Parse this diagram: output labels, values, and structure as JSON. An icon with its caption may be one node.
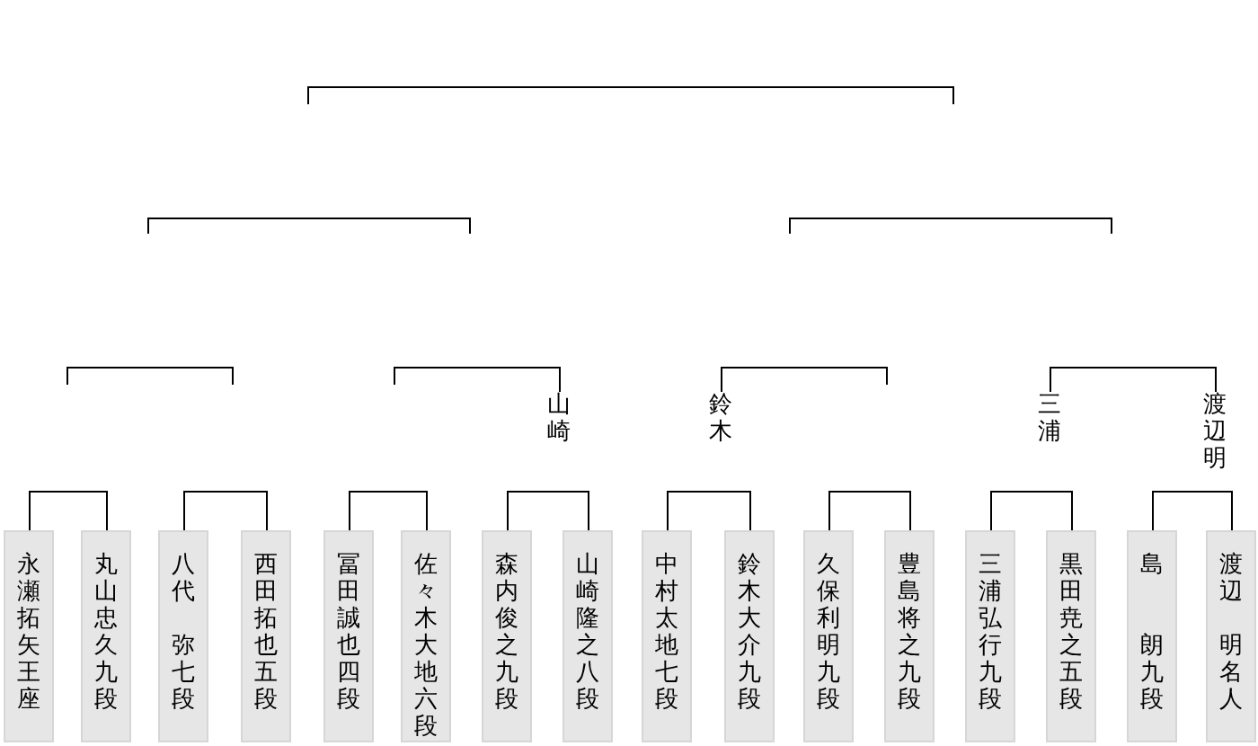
{
  "diagram": {
    "nodes": [
      {
        "text": [
          "山崎"
        ]
      },
      {
        "text": [
          "鈴木"
        ]
      },
      {
        "text": [
          "三浦"
        ]
      },
      {
        "text": [
          "渡辺明"
        ]
      },
      {
        "text": [
          "永瀬拓矢王座"
        ]
      },
      {
        "text": [
          "丸山忠久九段"
        ]
      },
      {
        "text": [
          "八代",
          "弥七段"
        ]
      },
      {
        "text": [
          "西田拓也五段"
        ]
      },
      {
        "text": [
          "冨田誠也四段"
        ]
      },
      {
        "text": [
          "佐々木大地六段"
        ]
      },
      {
        "text": [
          "森内俊之九段"
        ]
      },
      {
        "text": [
          "山崎隆之八段"
        ]
      },
      {
        "text": [
          "中村太地七段"
        ]
      },
      {
        "text": [
          "鈴木大介九段"
        ]
      },
      {
        "text": [
          "久保利明九段"
        ]
      },
      {
        "text": [
          "豊島将之九段"
        ]
      },
      {
        "text": [
          "三浦弘行九段"
        ]
      },
      {
        "text": [
          "黒田尭之五段"
        ]
      },
      {
        "text": [
          "島",
          "朗九段"
        ]
      },
      {
        "text": [
          "渡辺",
          "明名人"
        ]
      }
    ],
    "edges": [
      {
        "from": null,
        "to": 0,
        "arrow": "none"
      },
      {
        "from": 1,
        "to": null,
        "arrow": "none"
      },
      {
        "from": 2,
        "to": 3,
        "arrow": "none"
      },
      {
        "from": 4,
        "to": 5,
        "arrow": "none"
      },
      {
        "from": 6,
        "to": 7,
        "arrow": "none"
      },
      {
        "from": 8,
        "to": 9,
        "arrow": "none"
      },
      {
        "from": 10,
        "to": 11,
        "arrow": "none"
      },
      {
        "from": 12,
        "to": 13,
        "arrow": "none"
      },
      {
        "from": 14,
        "to": 15,
        "arrow": "none"
      },
      {
        "from": 16,
        "to": 17,
        "arrow": "none"
      },
      {
        "from": 18,
        "to": 19,
        "arrow": "none"
      }
    ]
  }
}
